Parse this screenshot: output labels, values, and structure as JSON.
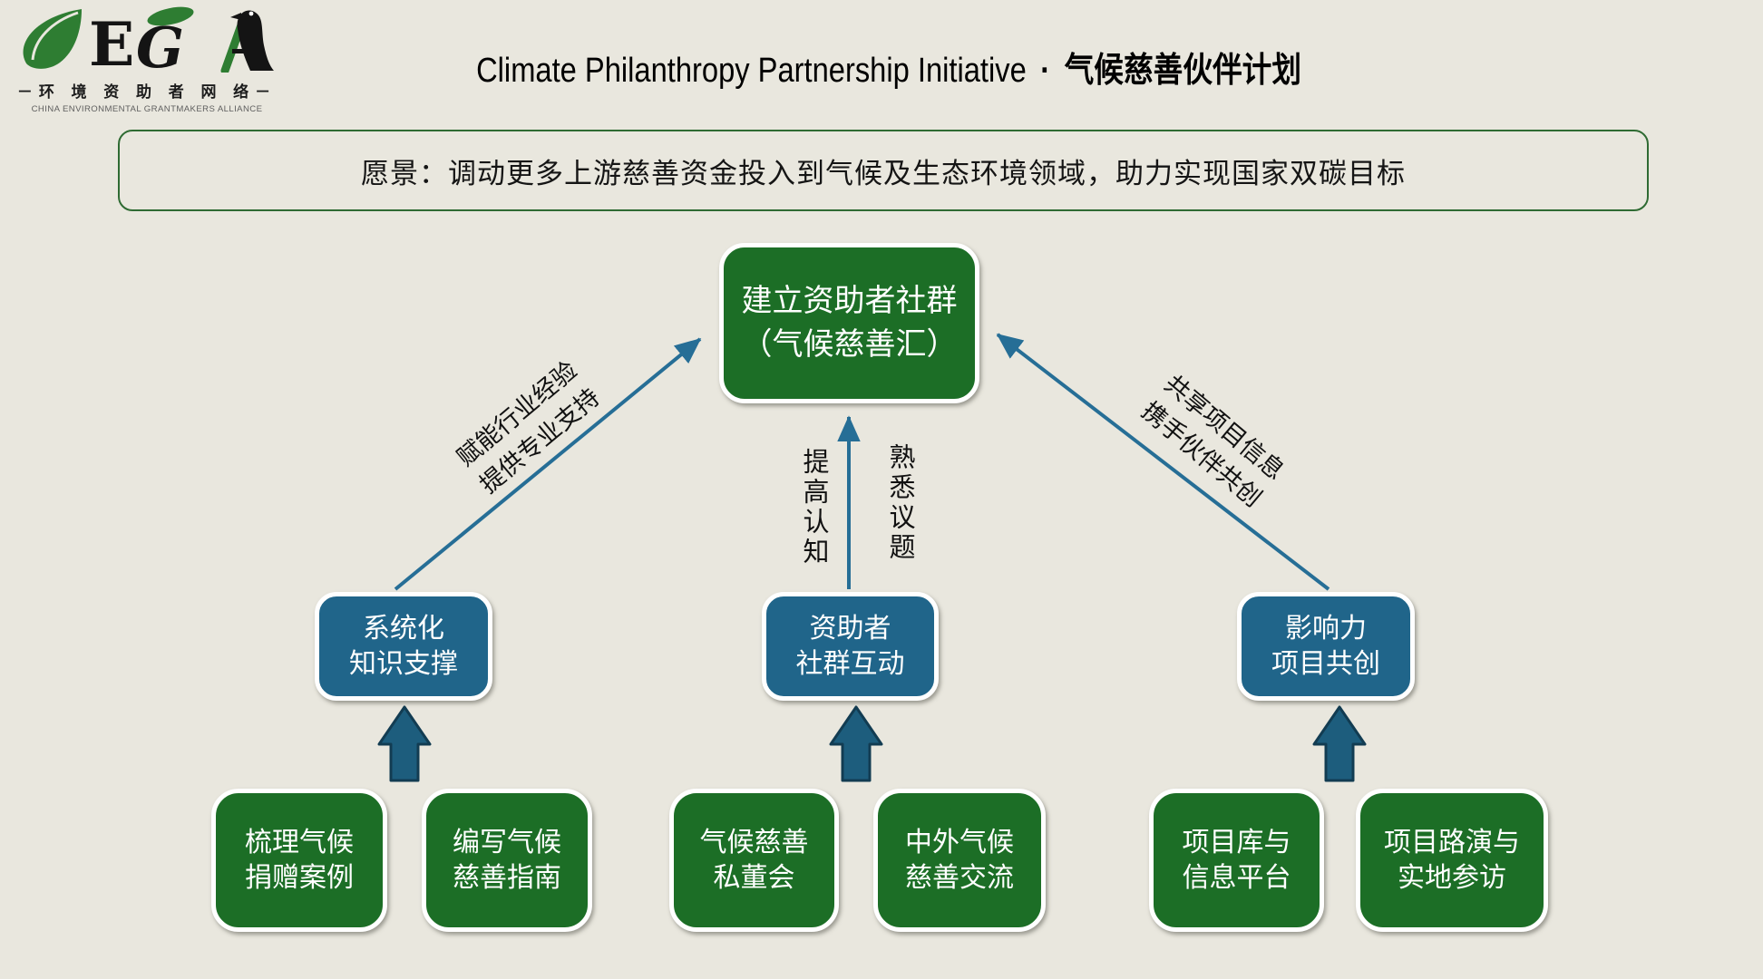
{
  "logo": {
    "wordmark": "CEGA",
    "chinese": "－环 境 资 助 者 网 络－",
    "english": "CHINA ENVIRONMENTAL GRANTMAKERS ALLIANCE",
    "leaf_green": "#2e7d32",
    "ink_black": "#141414"
  },
  "header": {
    "title_en": "Climate Philanthropy Partnership Initiative",
    "separator": "·",
    "title_zh": "气候慈善伙伴计划"
  },
  "vision": {
    "text": "愿景：调动更多上游慈善资金投入到气候及生态环境领域，助力实现国家双碳目标",
    "border_color": "#2f6b33"
  },
  "diagram": {
    "colors": {
      "background": "#e9e7de",
      "green_box": "#1c6e26",
      "blue_box": "#20658a",
      "thin_arrow": "#266e96",
      "block_arrow_fill": "#1d5d7d",
      "block_arrow_edge": "#123c52"
    },
    "goal_box": {
      "line1": "建立资助者社群",
      "line2": "（气候慈善汇）"
    },
    "edge_labels": {
      "left": {
        "line1": "赋能行业经验",
        "line2": "提供专业支持"
      },
      "middle_left": "提高认知",
      "middle_right": "熟悉议题",
      "right": {
        "line1": "共享项目信息",
        "line2": "携手伙伴共创"
      }
    },
    "pillars": [
      {
        "line1": "系统化",
        "line2": "知识支撑"
      },
      {
        "line1": "资助者",
        "line2": "社群互动"
      },
      {
        "line1": "影响力",
        "line2": "项目共创"
      }
    ],
    "activities": [
      {
        "line1": "梳理气候",
        "line2": "捐赠案例"
      },
      {
        "line1": "编写气候",
        "line2": "慈善指南"
      },
      {
        "line1": "气候慈善",
        "line2": "私董会"
      },
      {
        "line1": "中外气候",
        "line2": "慈善交流"
      },
      {
        "line1": "项目库与",
        "line2": "信息平台"
      },
      {
        "line1": "项目路演与",
        "line2": "实地参访"
      }
    ]
  }
}
